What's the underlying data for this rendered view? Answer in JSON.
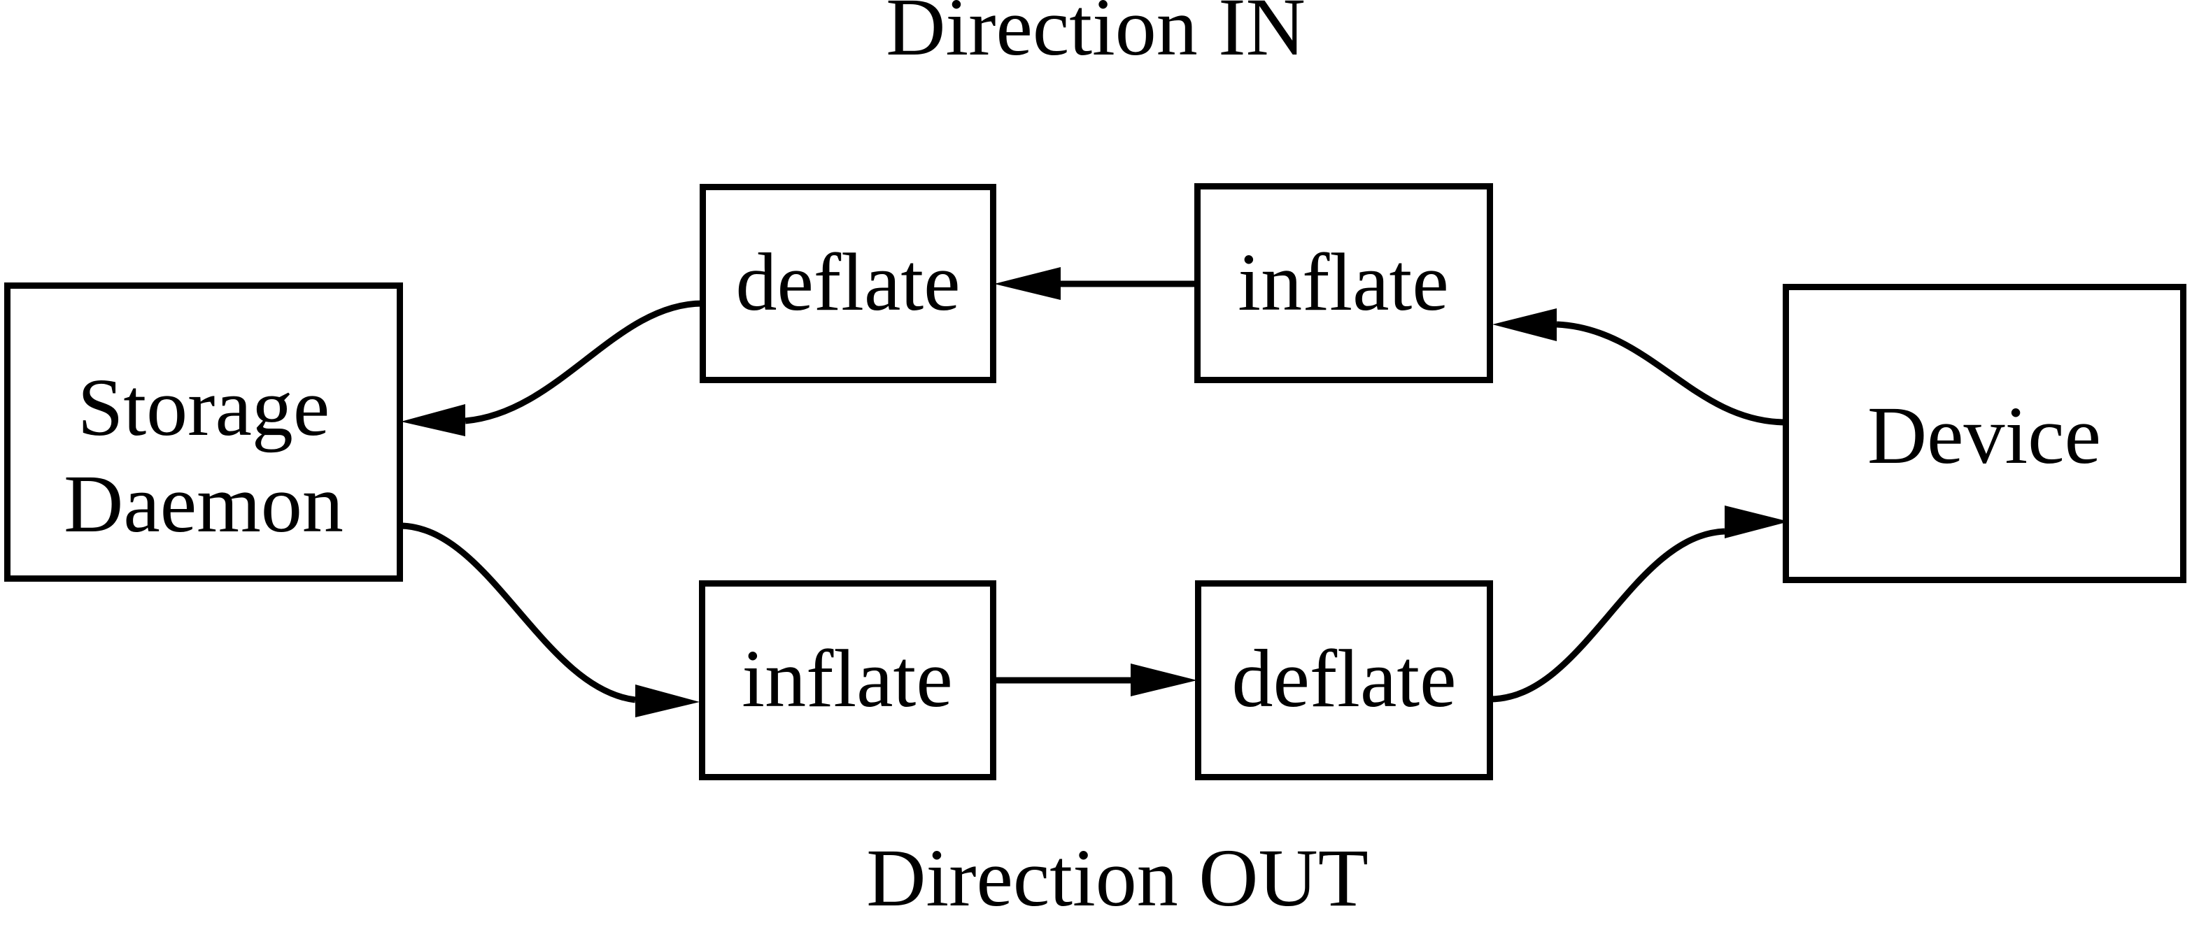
{
  "diagram": {
    "title_top": "Direction IN",
    "title_bottom": "Direction OUT",
    "background_color": "#ffffff",
    "line_color": "#000000",
    "nodes": [
      {
        "id": "storage-daemon",
        "label_line1": "Storage",
        "label_line2": "Daemon"
      },
      {
        "id": "deflate-in",
        "label": "deflate"
      },
      {
        "id": "inflate-in",
        "label": "inflate"
      },
      {
        "id": "device",
        "label": "Device"
      },
      {
        "id": "inflate-out",
        "label": "inflate"
      },
      {
        "id": "deflate-out",
        "label": "deflate"
      }
    ],
    "edges": [
      {
        "id": "device-to-inflate-in",
        "from": "device",
        "to": "inflate-in"
      },
      {
        "id": "inflate-in-to-deflate-in",
        "from": "inflate-in",
        "to": "deflate-in"
      },
      {
        "id": "deflate-in-to-storage-daemon",
        "from": "deflate-in",
        "to": "storage-daemon"
      },
      {
        "id": "storage-daemon-to-inflate-out",
        "from": "storage-daemon",
        "to": "inflate-out"
      },
      {
        "id": "inflate-out-to-deflate-out",
        "from": "inflate-out",
        "to": "deflate-out"
      },
      {
        "id": "deflate-out-to-device",
        "from": "deflate-out",
        "to": "device"
      }
    ]
  }
}
